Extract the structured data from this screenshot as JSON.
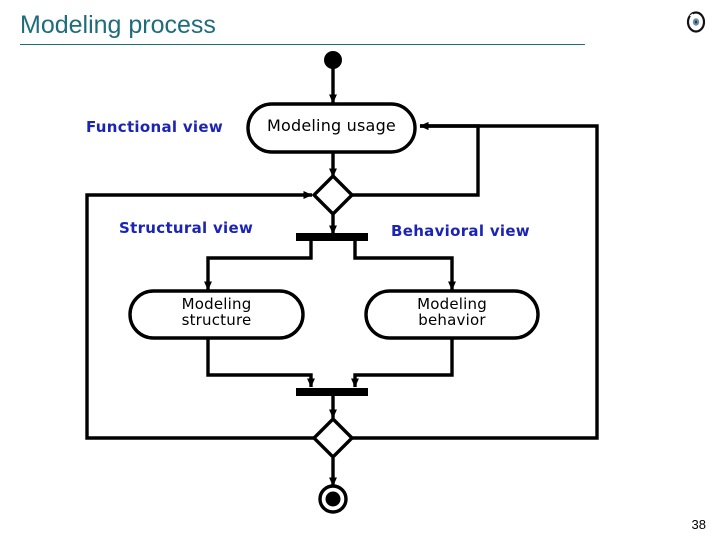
{
  "slide": {
    "title": "Modeling process",
    "page_number": "38",
    "title_color": "#1F6C7B",
    "label_color": "#1B24B5",
    "stroke_color": "#000000",
    "background": "#ffffff"
  },
  "corner_icon": {
    "name": "disc-icon"
  },
  "diagram": {
    "type": "uml-activity-diagram",
    "view_labels": [
      {
        "id": "functional",
        "text": "Functional view"
      },
      {
        "id": "structural",
        "text": "Structural view"
      },
      {
        "id": "behavioral",
        "text": "Behavioral view"
      }
    ],
    "nodes": [
      {
        "id": "initial",
        "kind": "initial-node",
        "label": ""
      },
      {
        "id": "modeling-usage",
        "kind": "activity",
        "label": "Modeling usage",
        "lines": [
          "Modeling usage"
        ]
      },
      {
        "id": "decision-top",
        "kind": "decision",
        "label": ""
      },
      {
        "id": "fork",
        "kind": "fork-bar",
        "label": ""
      },
      {
        "id": "modeling-structure",
        "kind": "activity",
        "label": "Modeling structure",
        "lines": [
          "Modeling",
          "structure"
        ]
      },
      {
        "id": "modeling-behavior",
        "kind": "activity",
        "label": "Modeling behavior",
        "lines": [
          "Modeling",
          "behavior"
        ]
      },
      {
        "id": "join",
        "kind": "join-bar",
        "label": ""
      },
      {
        "id": "decision-bottom",
        "kind": "decision",
        "label": ""
      },
      {
        "id": "final",
        "kind": "final-node",
        "label": ""
      }
    ],
    "edges": [
      {
        "from": "initial",
        "to": "modeling-usage"
      },
      {
        "from": "modeling-usage",
        "to": "decision-top"
      },
      {
        "from": "decision-top",
        "to": "fork"
      },
      {
        "from": "fork",
        "to": "modeling-structure"
      },
      {
        "from": "fork",
        "to": "modeling-behavior"
      },
      {
        "from": "modeling-structure",
        "to": "join"
      },
      {
        "from": "modeling-behavior",
        "to": "join"
      },
      {
        "from": "join",
        "to": "decision-bottom"
      },
      {
        "from": "decision-bottom",
        "to": "final"
      },
      {
        "from": "decision-top",
        "to": "modeling-usage",
        "kind": "loop-inner-right"
      },
      {
        "from": "decision-bottom",
        "to": "modeling-usage",
        "kind": "loop-outer-right"
      },
      {
        "from": "decision-bottom",
        "to": "decision-top",
        "kind": "loop-outer-left"
      }
    ]
  }
}
